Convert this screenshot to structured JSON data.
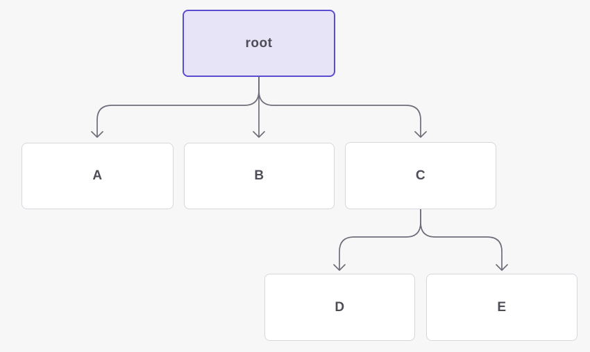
{
  "diagram": {
    "type": "tree",
    "background_color": "#f7f7f8",
    "edge_color": "#6e6e7a",
    "text_color": "#4d4d57",
    "nodes": [
      {
        "id": "root",
        "label": "root",
        "fill": "#e8e4f7",
        "border": "#5a4ccf"
      },
      {
        "id": "A",
        "label": "A",
        "fill": "#ffffff",
        "border": "#d6d6dd"
      },
      {
        "id": "B",
        "label": "B",
        "fill": "#ffffff",
        "border": "#d6d6dd"
      },
      {
        "id": "C",
        "label": "C",
        "fill": "#ffffff",
        "border": "#d6d6dd"
      },
      {
        "id": "D",
        "label": "D",
        "fill": "#ffffff",
        "border": "#d6d6dd"
      },
      {
        "id": "E",
        "label": "E",
        "fill": "#ffffff",
        "border": "#d6d6dd"
      }
    ],
    "edges": [
      {
        "from": "root",
        "to": "A"
      },
      {
        "from": "root",
        "to": "B"
      },
      {
        "from": "root",
        "to": "C"
      },
      {
        "from": "C",
        "to": "D"
      },
      {
        "from": "C",
        "to": "E"
      }
    ]
  }
}
